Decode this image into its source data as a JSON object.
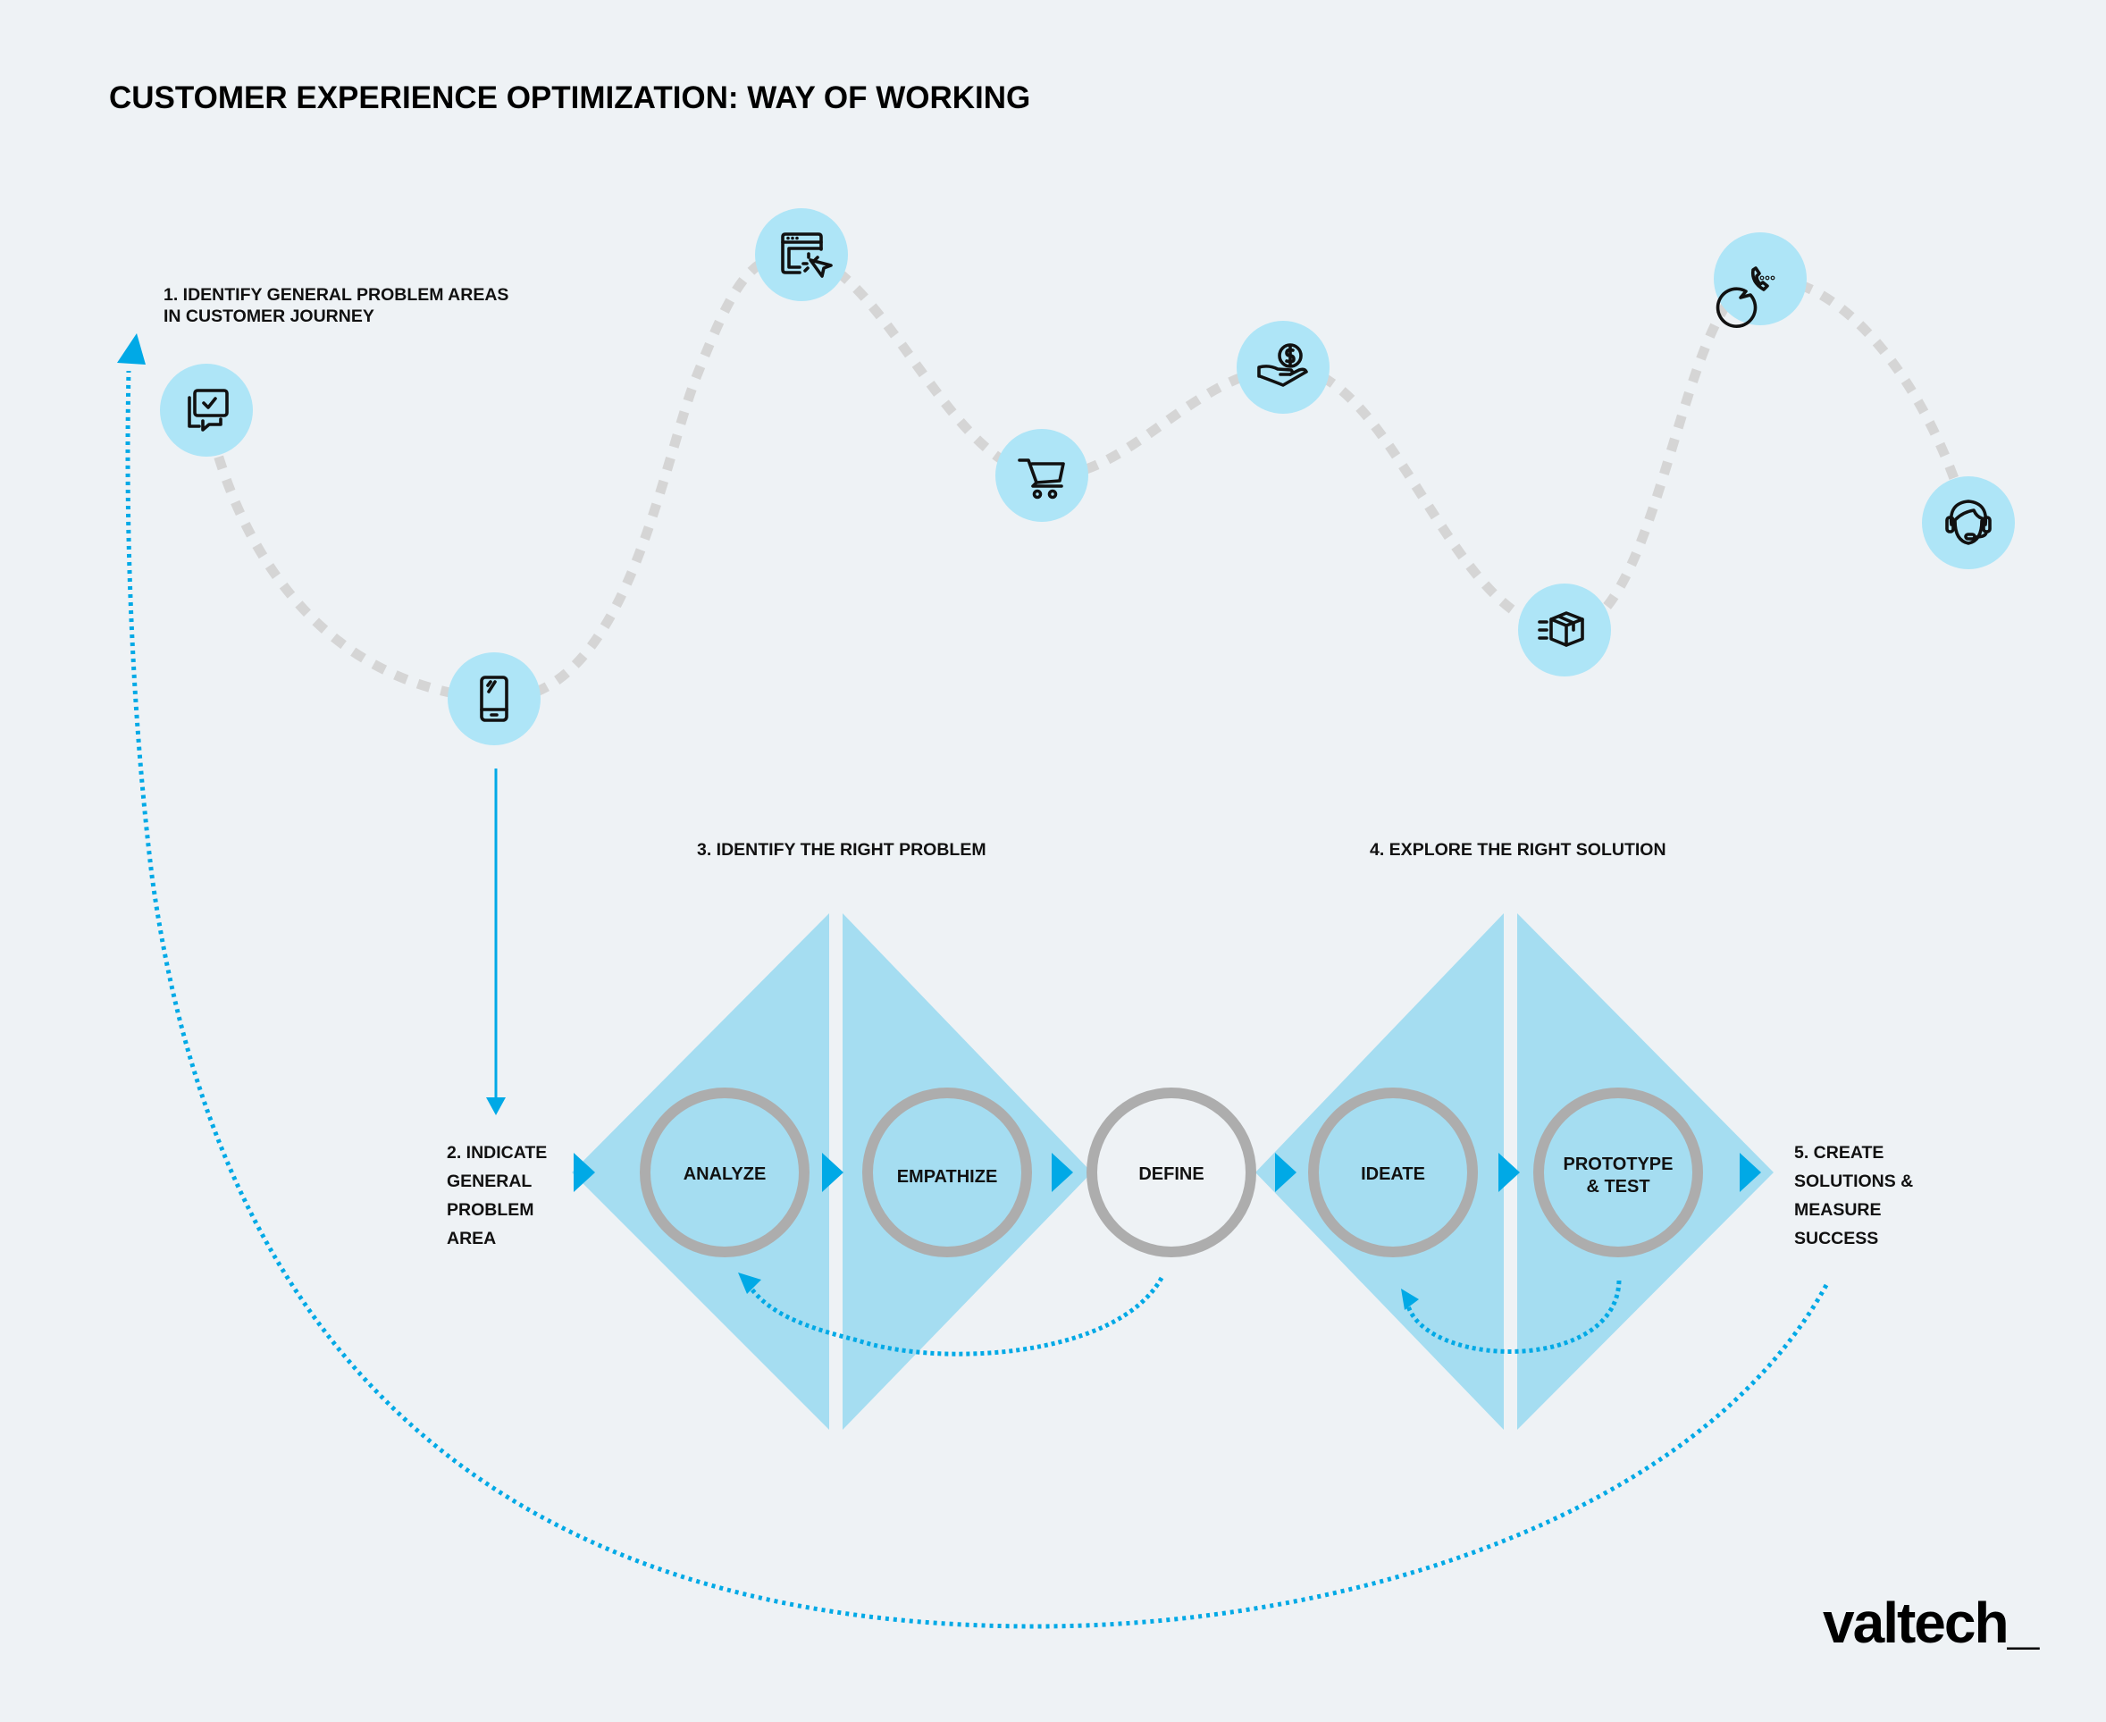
{
  "title": "CUSTOMER EXPERIENCE OPTIMIZATION: WAY OF WORKING",
  "colors": {
    "background": "#eef2f5",
    "accent": "#00a9e6",
    "diamond": "#a5ddf1",
    "node": "#aee5f7",
    "ring": "#adadad",
    "path": "#d5d5d5"
  },
  "steps": {
    "step1": [
      "1. IDENTIFY GENERAL PROBLEM AREAS",
      "IN CUSTOMER JOURNEY"
    ],
    "step2": [
      "2. INDICATE",
      "GENERAL",
      "PROBLEM",
      "AREA"
    ],
    "step3": "3. IDENTIFY THE RIGHT PROBLEM",
    "step4": "4. EXPLORE THE RIGHT SOLUTION",
    "step5": [
      "5. CREATE",
      "SOLUTIONS &",
      "MEASURE",
      "SUCCESS"
    ]
  },
  "journey": [
    {
      "icon": "chat-check-icon"
    },
    {
      "icon": "smartphone-icon"
    },
    {
      "icon": "browser-click-icon"
    },
    {
      "icon": "shopping-cart-icon"
    },
    {
      "icon": "hand-money-icon"
    },
    {
      "icon": "delivery-box-icon"
    },
    {
      "icon": "whatsapp-phone-icon"
    },
    {
      "icon": "customer-support-headset-icon"
    }
  ],
  "stages": [
    {
      "lines": [
        "ANALYZE"
      ]
    },
    {
      "lines": [
        "EMPATHIZE"
      ]
    },
    {
      "lines": [
        "DEFINE"
      ]
    },
    {
      "lines": [
        "IDEATE"
      ]
    },
    {
      "lines": [
        "PROTOTYPE",
        "& TEST"
      ]
    }
  ],
  "logo": "valtech_"
}
